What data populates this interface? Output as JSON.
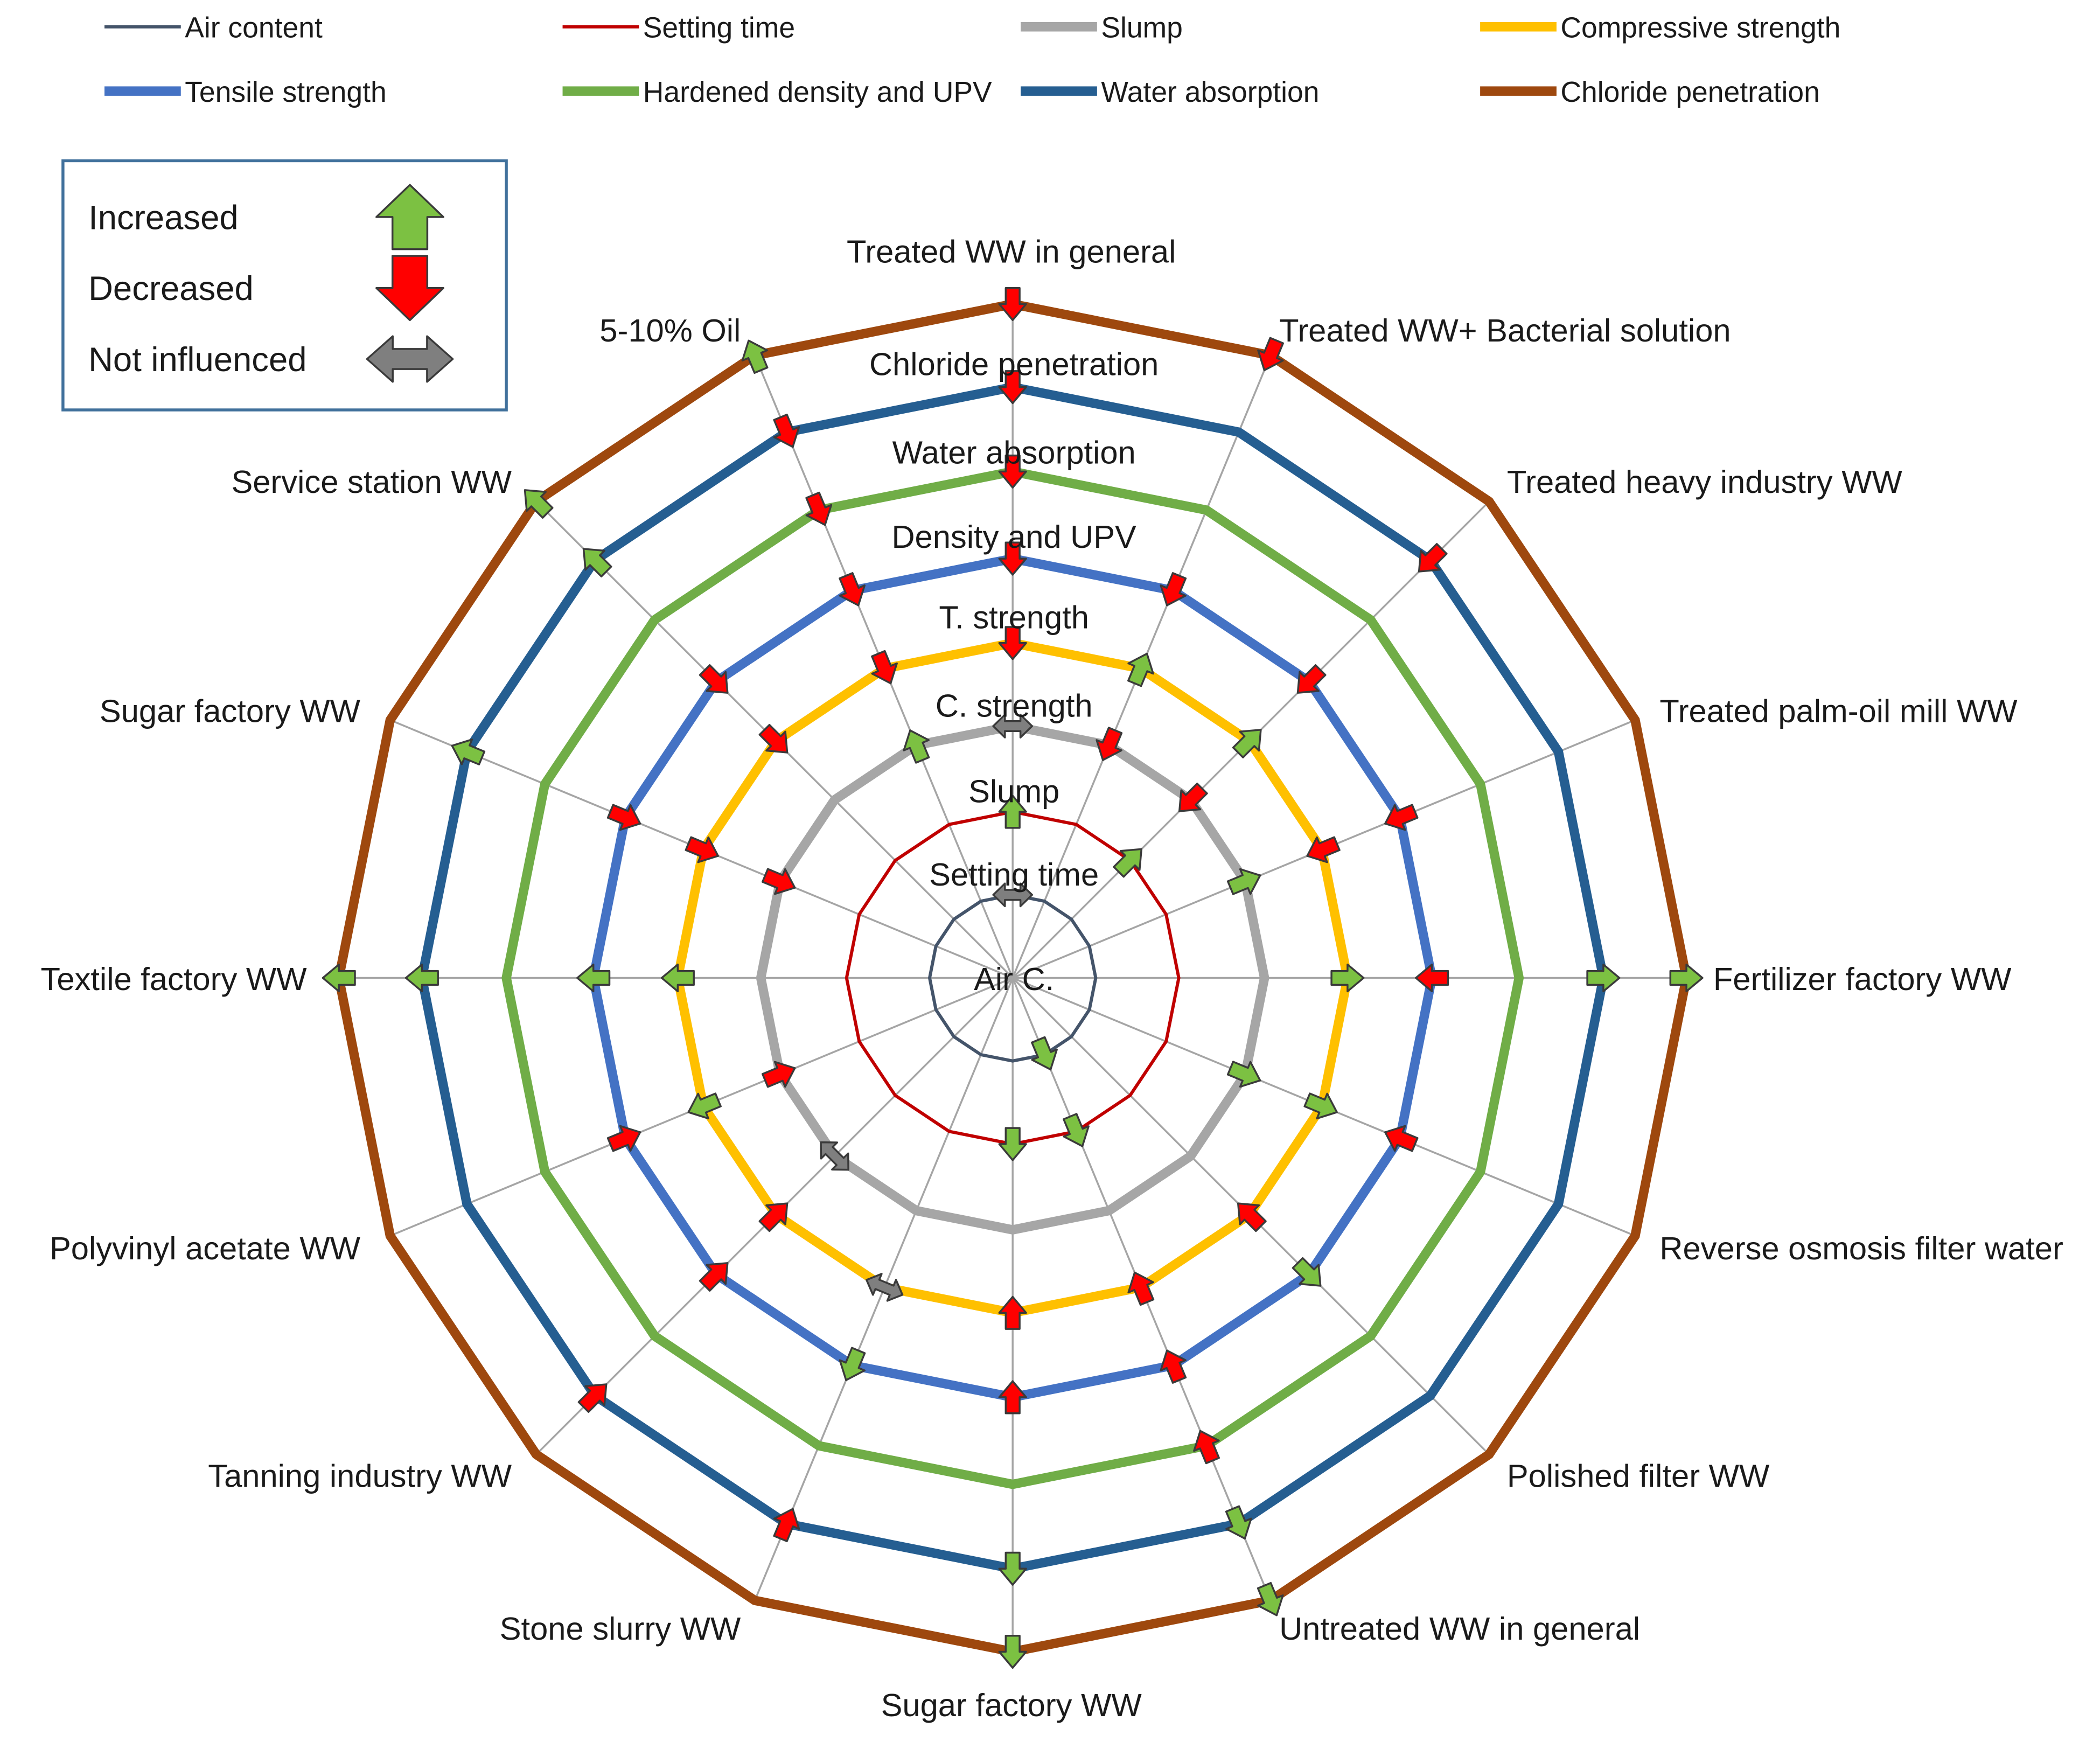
{
  "legend_lines": [
    {
      "label": "Air content",
      "color": "#44546a",
      "thick": false
    },
    {
      "label": "Setting time",
      "color": "#c00000",
      "thick": false
    },
    {
      "label": "Slump",
      "color": "#a6a6a6",
      "thick": true
    },
    {
      "label": "Compressive strength",
      "color": "#ffc000",
      "thick": true
    },
    {
      "label": "Tensile strength",
      "color": "#4472c4",
      "thick": true
    },
    {
      "label": "Hardened density and UPV",
      "color": "#70ad47",
      "thick": true
    },
    {
      "label": "Water absorption",
      "color": "#255e91",
      "thick": true
    },
    {
      "label": "Chloride penetration",
      "color": "#9e480e",
      "thick": true
    }
  ],
  "effect_legend": {
    "increased": {
      "label": "Increased",
      "color": "#7cc142",
      "icon": "arrow-up-icon"
    },
    "decreased": {
      "label": "Decreased",
      "color": "#ff0000",
      "icon": "arrow-down-icon"
    },
    "not_influenced": {
      "label": "Not influenced",
      "color": "#7f7f7f",
      "icon": "double-arrow-icon"
    },
    "border_color": "#41719c"
  },
  "spokes": [
    "Treated WW in general",
    "Treated WW+ Bacterial solution",
    "Treated heavy industry WW",
    "Treated palm-oil mill WW",
    "Fertilizer factory WW",
    "Reverse osmosis filter water",
    "Polished filter WW",
    "Untreated WW in general",
    "Sugar factory WW",
    "Stone slurry WW",
    "Tanning industry WW",
    "Polyvinyl acetate WW",
    "Textile factory WW",
    "Sugar factory WW",
    "Service station WW",
    "5-10% Oil"
  ],
  "rings": [
    {
      "label": "Air C.",
      "property": "Air content"
    },
    {
      "label": "Setting time",
      "property": "Setting time"
    },
    {
      "label": "Slump",
      "property": "Slump"
    },
    {
      "label": "C. strength",
      "property": "Compressive strength"
    },
    {
      "label": "T. strength",
      "property": "Tensile strength"
    },
    {
      "label": "Density and UPV",
      "property": "Hardened density and UPV"
    },
    {
      "label": "Water absorption",
      "property": "Water absorption"
    },
    {
      "label": "Chloride penetration",
      "property": "Chloride penetration"
    }
  ],
  "effects": [
    {
      "spoke": 0,
      "ring": 1,
      "effect": "not_influenced"
    },
    {
      "spoke": 0,
      "ring": 2,
      "effect": "increased"
    },
    {
      "spoke": 0,
      "ring": 3,
      "effect": "not_influenced"
    },
    {
      "spoke": 0,
      "ring": 4,
      "effect": "decreased"
    },
    {
      "spoke": 0,
      "ring": 5,
      "effect": "decreased"
    },
    {
      "spoke": 0,
      "ring": 6,
      "effect": "decreased"
    },
    {
      "spoke": 0,
      "ring": 7,
      "effect": "decreased"
    },
    {
      "spoke": 0,
      "ring": 8,
      "effect": "decreased"
    },
    {
      "spoke": 1,
      "ring": 3,
      "effect": "decreased"
    },
    {
      "spoke": 1,
      "ring": 4,
      "effect": "increased"
    },
    {
      "spoke": 1,
      "ring": 5,
      "effect": "decreased"
    },
    {
      "spoke": 1,
      "ring": 8,
      "effect": "decreased"
    },
    {
      "spoke": 2,
      "ring": 2,
      "effect": "increased"
    },
    {
      "spoke": 2,
      "ring": 3,
      "effect": "decreased"
    },
    {
      "spoke": 2,
      "ring": 4,
      "effect": "increased"
    },
    {
      "spoke": 2,
      "ring": 5,
      "effect": "decreased"
    },
    {
      "spoke": 2,
      "ring": 7,
      "effect": "decreased"
    },
    {
      "spoke": 3,
      "ring": 3,
      "effect": "increased"
    },
    {
      "spoke": 3,
      "ring": 4,
      "effect": "decreased"
    },
    {
      "spoke": 3,
      "ring": 5,
      "effect": "decreased"
    },
    {
      "spoke": 4,
      "ring": 4,
      "effect": "increased"
    },
    {
      "spoke": 4,
      "ring": 5,
      "effect": "decreased"
    },
    {
      "spoke": 4,
      "ring": 7,
      "effect": "increased"
    },
    {
      "spoke": 4,
      "ring": 8,
      "effect": "increased"
    },
    {
      "spoke": 5,
      "ring": 3,
      "effect": "increased"
    },
    {
      "spoke": 5,
      "ring": 4,
      "effect": "increased"
    },
    {
      "spoke": 5,
      "ring": 5,
      "effect": "decreased"
    },
    {
      "spoke": 6,
      "ring": 4,
      "effect": "decreased"
    },
    {
      "spoke": 6,
      "ring": 5,
      "effect": "increased"
    },
    {
      "spoke": 7,
      "ring": 1,
      "effect": "increased"
    },
    {
      "spoke": 7,
      "ring": 2,
      "effect": "increased"
    },
    {
      "spoke": 7,
      "ring": 4,
      "effect": "decreased"
    },
    {
      "spoke": 7,
      "ring": 5,
      "effect": "decreased"
    },
    {
      "spoke": 7,
      "ring": 6,
      "effect": "decreased"
    },
    {
      "spoke": 7,
      "ring": 7,
      "effect": "increased"
    },
    {
      "spoke": 7,
      "ring": 8,
      "effect": "increased"
    },
    {
      "spoke": 8,
      "ring": 2,
      "effect": "increased"
    },
    {
      "spoke": 8,
      "ring": 4,
      "effect": "decreased"
    },
    {
      "spoke": 8,
      "ring": 5,
      "effect": "decreased"
    },
    {
      "spoke": 8,
      "ring": 7,
      "effect": "increased"
    },
    {
      "spoke": 8,
      "ring": 8,
      "effect": "increased"
    },
    {
      "spoke": 9,
      "ring": 4,
      "effect": "not_influenced"
    },
    {
      "spoke": 9,
      "ring": 5,
      "effect": "increased"
    },
    {
      "spoke": 9,
      "ring": 7,
      "effect": "decreased"
    },
    {
      "spoke": 10,
      "ring": 3,
      "effect": "not_influenced"
    },
    {
      "spoke": 10,
      "ring": 4,
      "effect": "decreased"
    },
    {
      "spoke": 10,
      "ring": 5,
      "effect": "decreased"
    },
    {
      "spoke": 10,
      "ring": 7,
      "effect": "decreased"
    },
    {
      "spoke": 11,
      "ring": 3,
      "effect": "decreased"
    },
    {
      "spoke": 11,
      "ring": 4,
      "effect": "increased"
    },
    {
      "spoke": 11,
      "ring": 5,
      "effect": "decreased"
    },
    {
      "spoke": 12,
      "ring": 4,
      "effect": "increased"
    },
    {
      "spoke": 12,
      "ring": 5,
      "effect": "increased"
    },
    {
      "spoke": 12,
      "ring": 7,
      "effect": "increased"
    },
    {
      "spoke": 12,
      "ring": 8,
      "effect": "increased"
    },
    {
      "spoke": 13,
      "ring": 3,
      "effect": "decreased"
    },
    {
      "spoke": 13,
      "ring": 4,
      "effect": "decreased"
    },
    {
      "spoke": 13,
      "ring": 5,
      "effect": "decreased"
    },
    {
      "spoke": 13,
      "ring": 7,
      "effect": "increased"
    },
    {
      "spoke": 14,
      "ring": 4,
      "effect": "decreased"
    },
    {
      "spoke": 14,
      "ring": 5,
      "effect": "decreased"
    },
    {
      "spoke": 14,
      "ring": 7,
      "effect": "increased"
    },
    {
      "spoke": 14,
      "ring": 8,
      "effect": "increased"
    },
    {
      "spoke": 15,
      "ring": 3,
      "effect": "increased"
    },
    {
      "spoke": 15,
      "ring": 4,
      "effect": "decreased"
    },
    {
      "spoke": 15,
      "ring": 5,
      "effect": "decreased"
    },
    {
      "spoke": 15,
      "ring": 6,
      "effect": "decreased"
    },
    {
      "spoke": 15,
      "ring": 7,
      "effect": "decreased"
    },
    {
      "spoke": 15,
      "ring": 8,
      "effect": "increased"
    }
  ]
}
